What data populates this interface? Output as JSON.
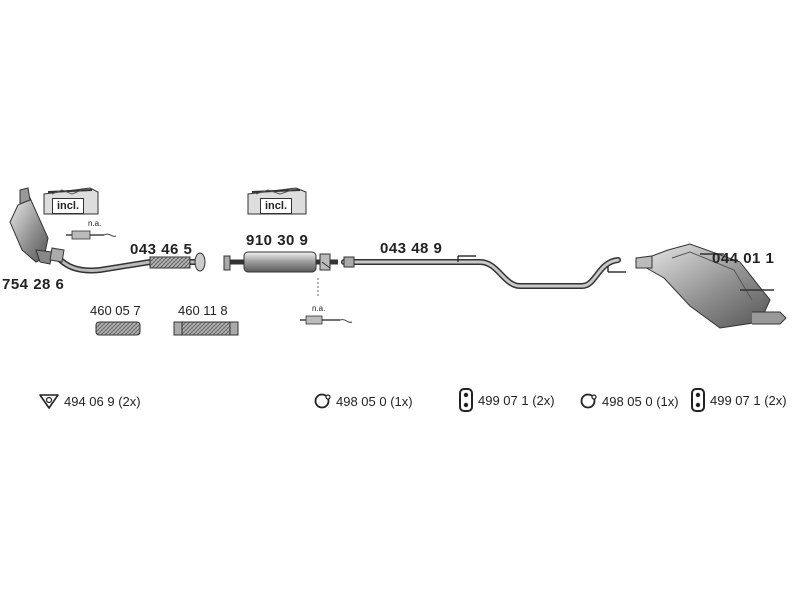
{
  "parts": {
    "catalyst": "754 28 6",
    "front_pipe": "043 46 5",
    "flex_1": "460 05 7",
    "flex_2": "460 11 8",
    "middle_silencer": "910 30 9",
    "intermediate_pipe": "043 48 9",
    "rear_silencer": "044 01 1"
  },
  "incl_left": "incl.",
  "incl_mid": "incl.",
  "na_left": "n.a.",
  "na_mid": "n.a.",
  "legend": [
    {
      "icon": "gasket-icon",
      "label": "494 06 9  (2x)"
    },
    {
      "icon": "hanger-ring-icon",
      "label": "498 05 0 (1x)"
    },
    {
      "icon": "rubber-mount-icon",
      "label": "499 07 1 (2x)"
    },
    {
      "icon": "hanger-ring-icon",
      "label": "498 05 0 (1x)"
    },
    {
      "icon": "rubber-mount-icon",
      "label": "499 07 1 (2x)"
    }
  ]
}
